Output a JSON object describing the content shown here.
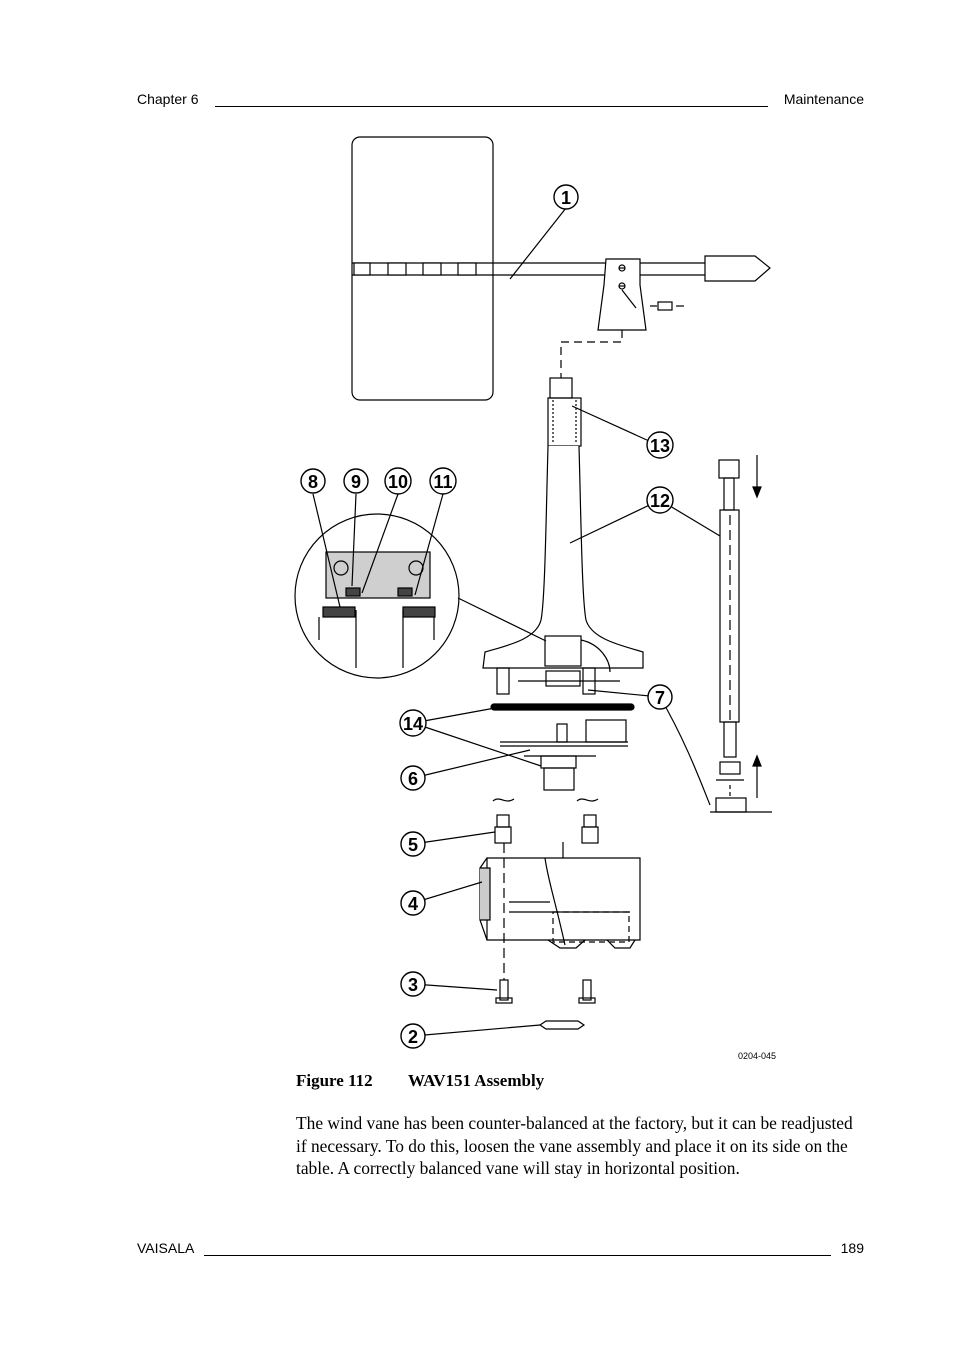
{
  "header": {
    "chapter": "Chapter 6",
    "section": "Maintenance"
  },
  "figure": {
    "code": "0204-045",
    "callouts": [
      "1",
      "2",
      "3",
      "4",
      "5",
      "6",
      "7",
      "8",
      "9",
      "10",
      "11",
      "12",
      "13",
      "14"
    ]
  },
  "caption": {
    "number": "Figure 112",
    "title": "WAV151 Assembly"
  },
  "body": {
    "paragraph": "The wind vane has been counter-balanced at the factory, but it can be readjusted if necessary. To do this, loosen the vane assembly and place it on its side on the table. A correctly balanced vane will stay in horizontal position."
  },
  "footer": {
    "company": "VAISALA",
    "page": "189"
  }
}
